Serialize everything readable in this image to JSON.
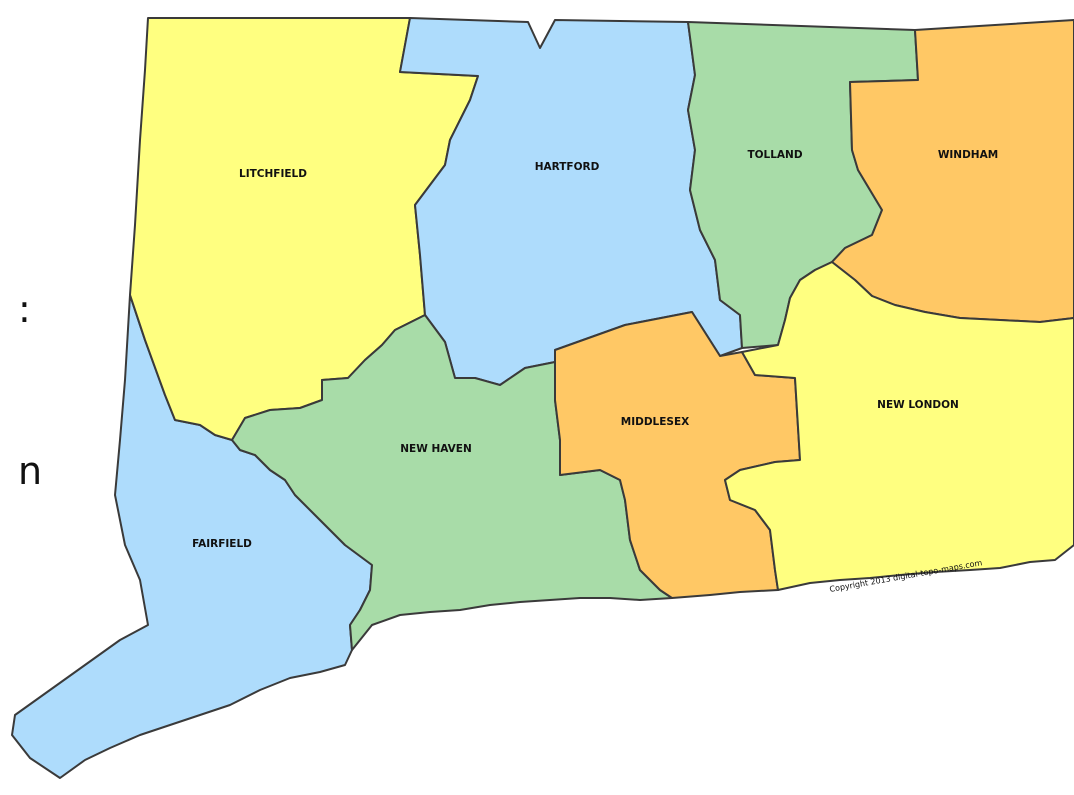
{
  "left_fragments": [
    ":",
    "n"
  ],
  "counties": [
    {
      "id": "litchfield",
      "label": "LITCHFIELD",
      "color": "#ffff80"
    },
    {
      "id": "hartford",
      "label": "HARTFORD",
      "color": "#aedcfc"
    },
    {
      "id": "tolland",
      "label": "TOLLAND",
      "color": "#a8dca8"
    },
    {
      "id": "windham",
      "label": "WINDHAM",
      "color": "#ffc865"
    },
    {
      "id": "fairfield",
      "label": "FAIRFIELD",
      "color": "#aedcfc"
    },
    {
      "id": "new-haven",
      "label": "NEW HAVEN",
      "color": "#a8dca8"
    },
    {
      "id": "middlesex",
      "label": "MIDDLESEX",
      "color": "#ffc865"
    },
    {
      "id": "new-london",
      "label": "NEW LONDON",
      "color": "#ffff80"
    }
  ],
  "copyright": "Copyright 2013 digital-topo-maps.com"
}
